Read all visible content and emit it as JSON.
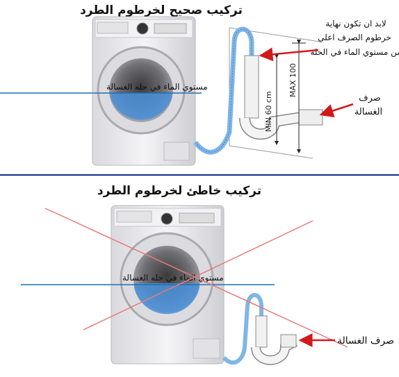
{
  "top": {
    "title": "تركيب صحيح لخرطوم الطرد",
    "water_level_label": "مستوي الماء في حله الغسالة",
    "note_line1": "لابد ان تكون نهاية",
    "note_line2": "خرطوم الصرف اعلي",
    "note_line3": "من مستوي الماء في الحله",
    "drain_line1": "صرف",
    "drain_line2": "الغسالة",
    "dim_min": "MIN 60 cm",
    "dim_max": "MAX 100"
  },
  "bottom": {
    "title": "تركيب خاطئ لخرطوم الطرد",
    "water_level_label": "مستوي الماء في حله الغسالة",
    "drain_label": "صرف الغسالة"
  },
  "colors": {
    "water_line": "#1f6fb5",
    "arrow_red": "#d11a1a",
    "cross_red": "#e87a7a",
    "divider": "#0a2a8a",
    "hose_blue": "#7fb6e6",
    "machine_body": "#e9e9ec",
    "drum_water": "#4a90d9"
  }
}
